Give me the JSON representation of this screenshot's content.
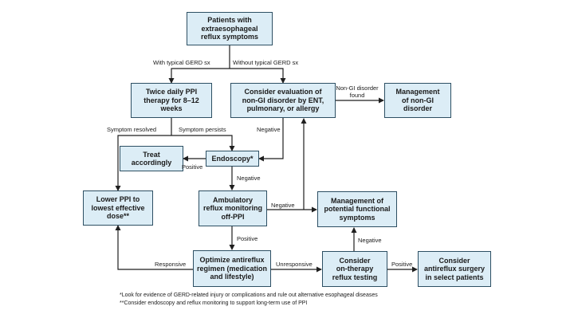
{
  "flowchart": {
    "nodes": {
      "patients": "Patients with\nextraesophageal\nreflux symptoms",
      "twice_daily_ppi": "Twice daily PPI\ntherapy for 8–12\nweeks",
      "consider_evaluation": "Consider evaluation of\nnon-GI disorder by ENT,\npulmonary, or allergy",
      "management_non_gi": "Management\nof non-GI\ndisorder",
      "treat_accordingly": "Treat\naccordingly",
      "endoscopy": "Endoscopy*",
      "lower_ppi": "Lower PPI to\nlowest effective\ndose**",
      "ambulatory_monitoring": "Ambulatory\nreflux monitoring\noff-PPI",
      "management_functional": "Management of\npotential functional\nsymptoms",
      "optimize_antireflux": "Optimize antireflux\nregimen (medication\nand lifestyle)",
      "on_therapy_testing": "Consider\non-therapy\nreflux testing",
      "antireflux_surgery": "Consider\nantireflux surgery\nin select patients"
    },
    "edge_labels": {
      "with_typical": "With typical GERD sx",
      "without_typical": "Without typical GERD sx",
      "non_gi_found": "Non-GI disorder\nfound",
      "symptom_resolved": "Symptom resolved",
      "symptom_persists": "Symptom persists",
      "negative_eval": "Negative",
      "positive_endoscopy": "Positive",
      "negative_endoscopy": "Negative",
      "negative_ambulatory": "Negative",
      "positive_ambulatory": "Positive",
      "negative_testing": "Negative",
      "responsive": "Responsive",
      "unresponsive": "Unresponsive",
      "positive_testing": "Positive"
    },
    "footnotes": [
      "*Look for evidence of GERD-related injury or complications and rule out alternative esophageal diseases",
      "**Consider endoscopy and reflux monitoring to support long-term use of PPI"
    ]
  }
}
